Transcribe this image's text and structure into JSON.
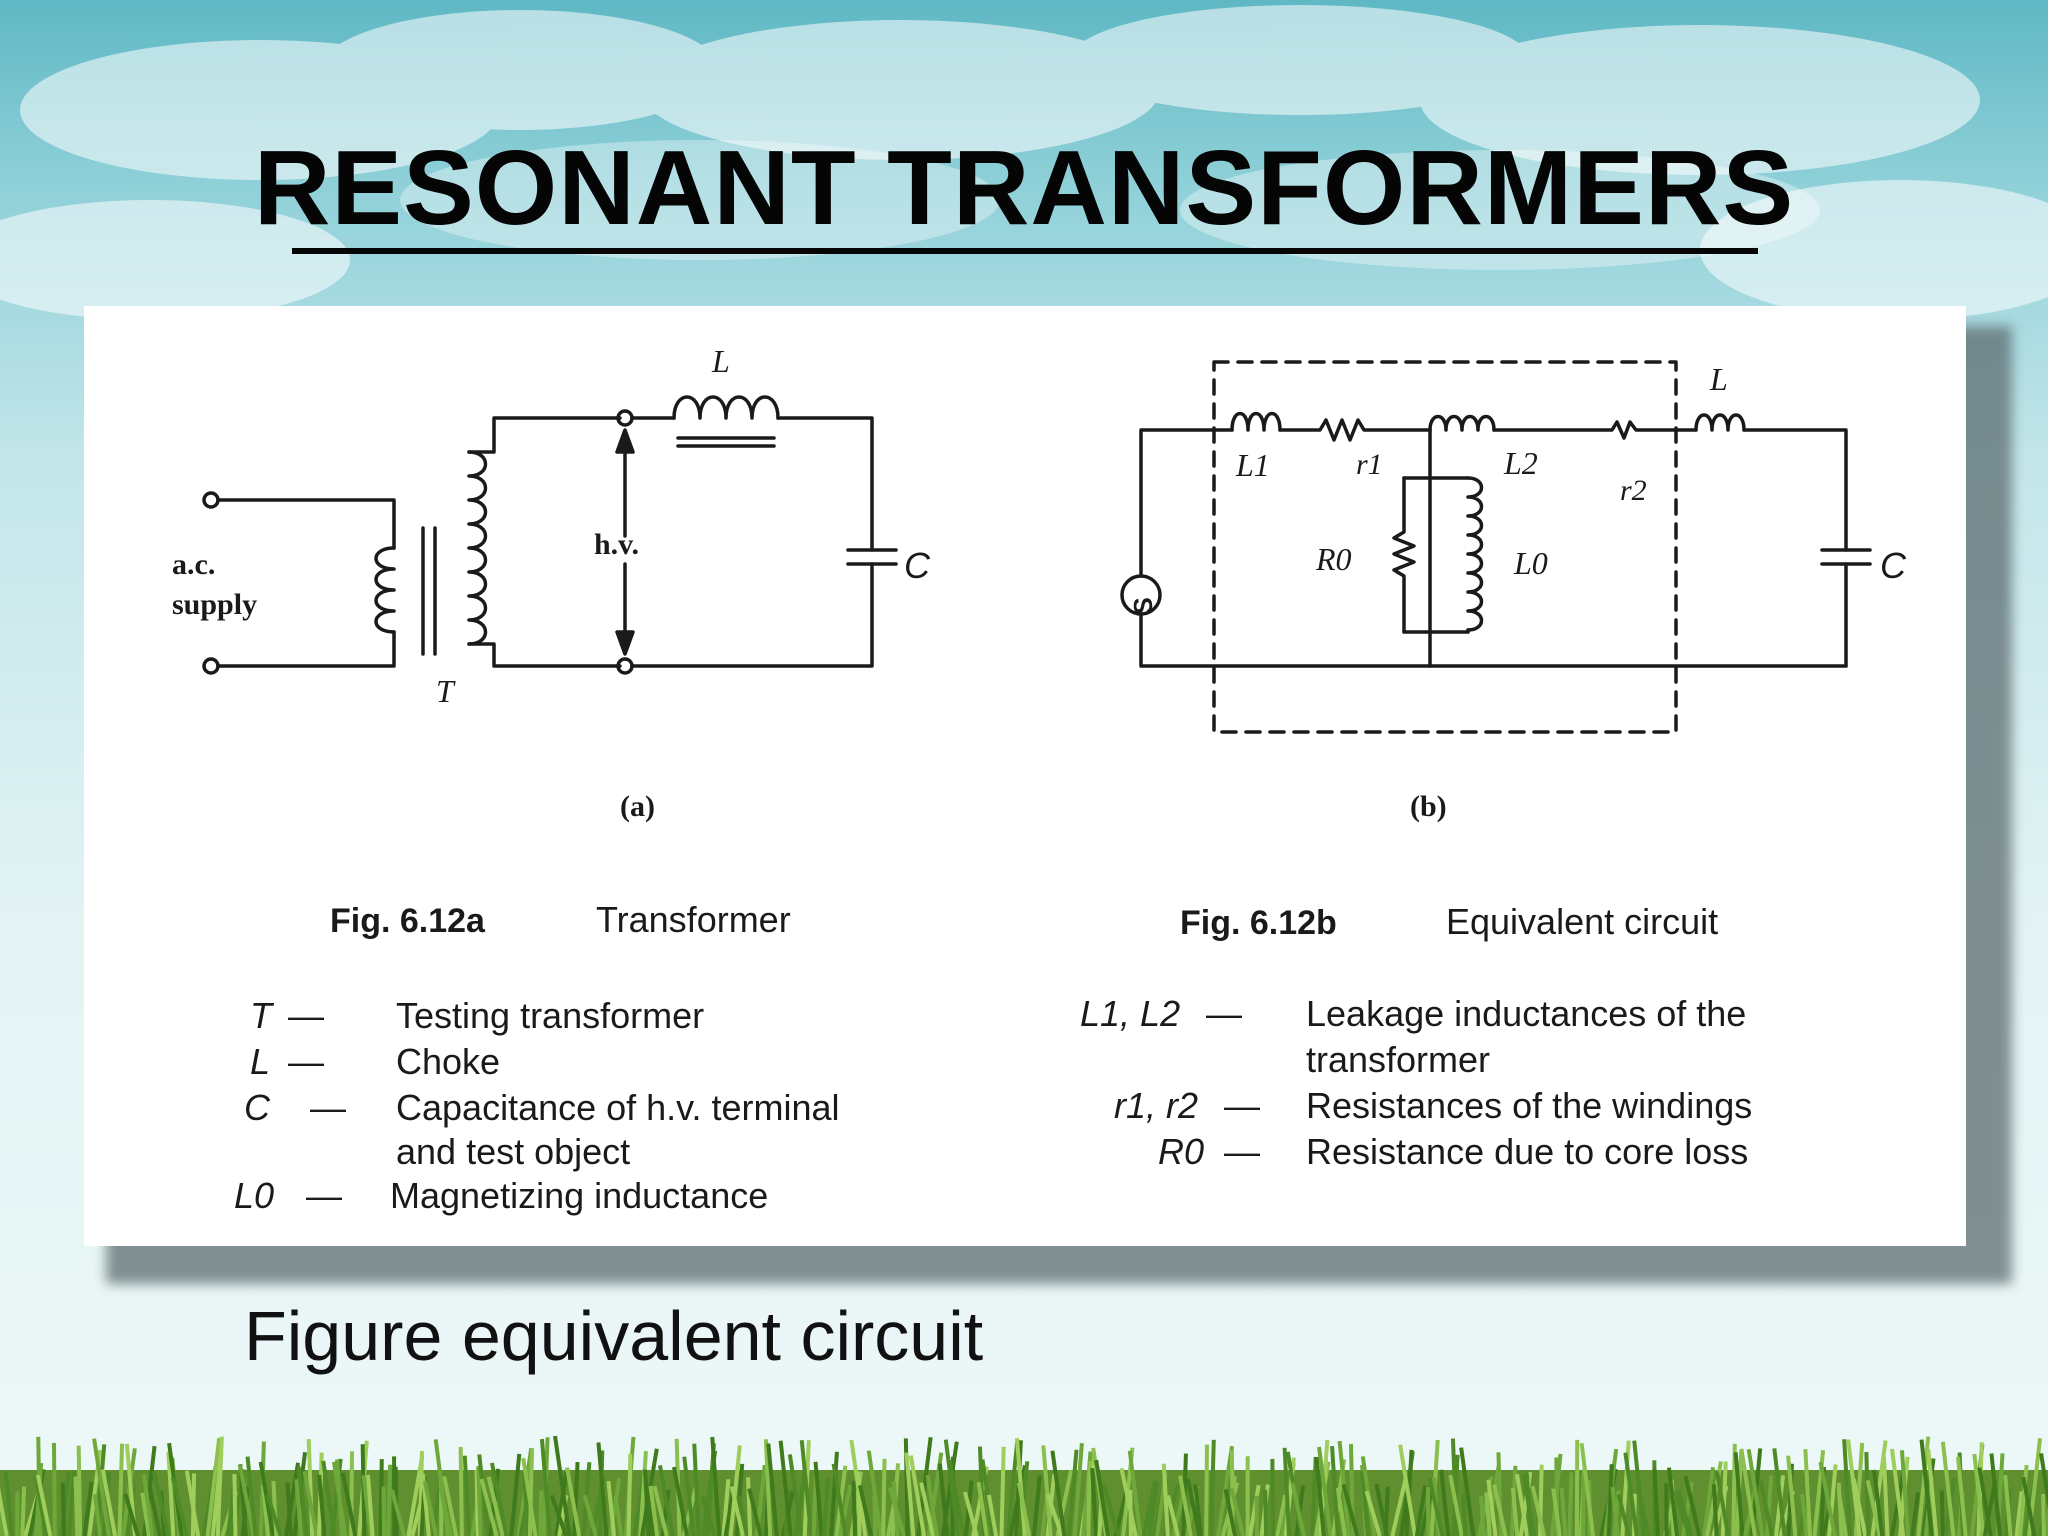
{
  "slide": {
    "title": "RESONANT TRANSFORMERS",
    "caption": "Figure equivalent circuit"
  },
  "diagram_a": {
    "supply_line1": "a.c.",
    "supply_line2": "supply",
    "transformer": "T",
    "hv": "h.v.",
    "choke": "L",
    "capacitor": "C",
    "panel_label": "(a)",
    "fig_number": "Fig. 6.12a",
    "fig_title": "Transformer"
  },
  "diagram_b": {
    "source": "S",
    "L1": "L1",
    "r1": "r1",
    "L2": "L2",
    "r2": "r2",
    "R0": "R0",
    "L0": "L0",
    "L": "L",
    "C": "C",
    "panel_label": "(b)",
    "fig_number": "Fig. 6.12b",
    "fig_title": "Equivalent circuit"
  },
  "legend_a": [
    {
      "symbol": "T",
      "dash": "—",
      "text": "Testing transformer"
    },
    {
      "symbol": "L",
      "dash": "—",
      "text": "Choke"
    },
    {
      "symbol": "C",
      "dash": "—",
      "text": "Capacitance of h.v. terminal"
    },
    {
      "symbol": "",
      "dash": "",
      "text": "and test object"
    },
    {
      "symbol": "L0",
      "dash": "—",
      "text": "Magnetizing inductance"
    }
  ],
  "legend_b": [
    {
      "symbol": "L1, L2",
      "dash": "—",
      "text": "Leakage inductances of the"
    },
    {
      "symbol": "",
      "dash": "",
      "text": "transformer"
    },
    {
      "symbol": "r1, r2",
      "dash": "—",
      "text": "Resistances of the windings"
    },
    {
      "symbol": "R0",
      "dash": "—",
      "text": "Resistance due to core loss"
    }
  ],
  "colors": {
    "ink": "#1a1a1a",
    "title": "#050505",
    "panel": "#ffffff"
  }
}
